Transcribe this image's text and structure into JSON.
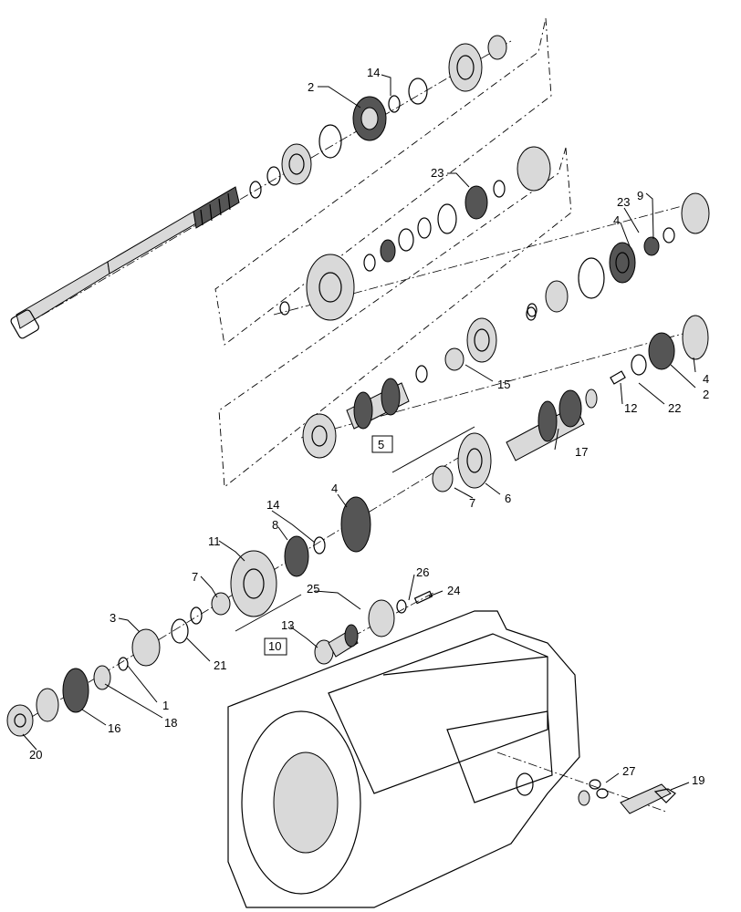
{
  "callouts": {
    "c1": "1",
    "c2a": "2",
    "c2b": "2",
    "c3": "3",
    "c4a": "4",
    "c4b": "4",
    "c4c": "4",
    "c5": "5",
    "c6": "6",
    "c7a": "7",
    "c7b": "7",
    "c8": "8",
    "c9": "9",
    "c10": "10",
    "c11": "11",
    "c12": "12",
    "c13": "13",
    "c14a": "14",
    "c14b": "14",
    "c15": "15",
    "c16": "16",
    "c17": "17",
    "c18": "18",
    "c19": "19",
    "c20": "20",
    "c21": "21",
    "c22": "22",
    "c23a": "23",
    "c23b": "23",
    "c24": "24",
    "c25": "25",
    "c26": "26",
    "c27": "27"
  }
}
